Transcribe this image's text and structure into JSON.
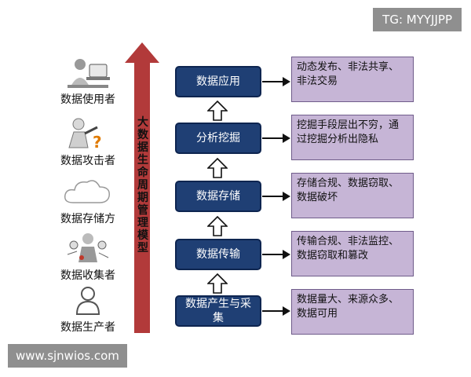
{
  "watermarks": {
    "top": "TG: MYYJJPP",
    "bottom": "www.sjnwios.com"
  },
  "actors": [
    {
      "label": "数据使用者",
      "icon": "data-user-icon"
    },
    {
      "label": "数据攻击者",
      "icon": "data-attacker-icon"
    },
    {
      "label": "数据存储方",
      "icon": "cloud-icon"
    },
    {
      "label": "数据收集者",
      "icon": "data-collector-icon"
    },
    {
      "label": "数据生产者",
      "icon": "person-icon"
    }
  ],
  "model_title": "大数据生命周期管理模型",
  "stages": [
    {
      "label": "数据应用",
      "desc": "动态发布、非法共享、非法交易"
    },
    {
      "label": "分析挖掘",
      "desc": "挖掘手段层出不穷，通过挖掘分析出隐私"
    },
    {
      "label": "数据存储",
      "desc": "存储合规、数据窃取、数据破坏"
    },
    {
      "label": "数据传输",
      "desc": "传输合规、非法监控、数据窃取和篡改"
    },
    {
      "label": "数据产生与采集",
      "desc": "数据量大、来源众多、数据可用"
    }
  ],
  "colors": {
    "stage_fill": "#1f3f74",
    "desc_fill": "#c6b5d6",
    "big_arrow": "#b23a3a"
  }
}
